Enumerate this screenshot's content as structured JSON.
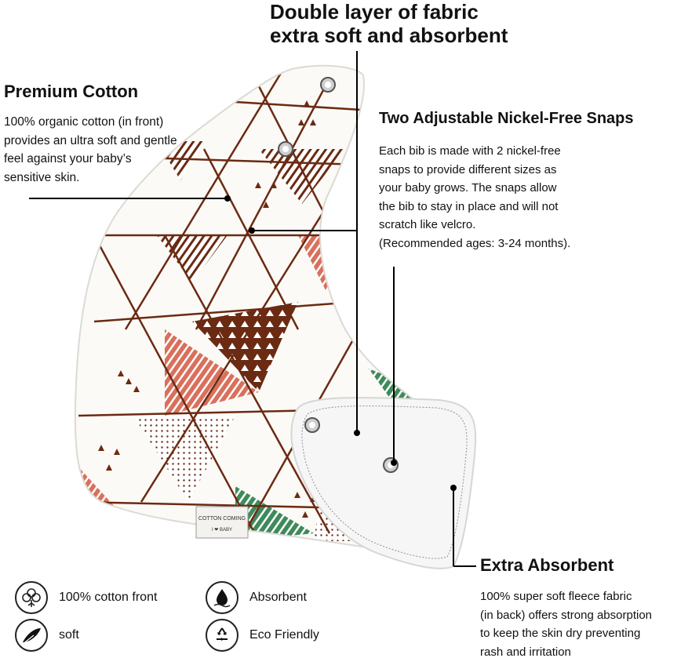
{
  "headline": {
    "line1": "Double layer of fabric",
    "line2": "extra soft and absorbent"
  },
  "premium": {
    "title": "Premium Cotton",
    "lines": [
      "100% organic cotton (in front)",
      "provides an ultra soft and gentle",
      "feel against your baby’s",
      "sensitive skin."
    ]
  },
  "snaps": {
    "title": "Two Adjustable Nickel-Free Snaps",
    "lines": [
      "Each bib is made with 2 nickel-free",
      "snaps to provide different sizes as",
      "your baby grows. The snaps allow",
      "the bib to stay in place and will not",
      "scratch like velcro.",
      "(Recommended ages: 3-24 months)."
    ]
  },
  "absorbent": {
    "title": "Extra Absorbent",
    "lines": [
      "100% super soft fleece fabric",
      "(in back) offers strong absorption",
      "to keep the skin dry preventing",
      "rash and irritation"
    ]
  },
  "label_tag": {
    "line1": "COTTON COMING",
    "line2": "I ❤ BABY"
  },
  "features": [
    {
      "icon": "cotton-flower-icon",
      "label": "100% cotton front"
    },
    {
      "icon": "water-drop-icon",
      "label": "Absorbent"
    },
    {
      "icon": "feather-icon",
      "label": "soft"
    },
    {
      "icon": "recycle-icon",
      "label": "Eco Friendly"
    }
  ],
  "colors": {
    "pattern_brown": "#6b2a12",
    "pattern_coral": "#d9705c",
    "pattern_green": "#3f8a5c",
    "text": "#111111"
  }
}
